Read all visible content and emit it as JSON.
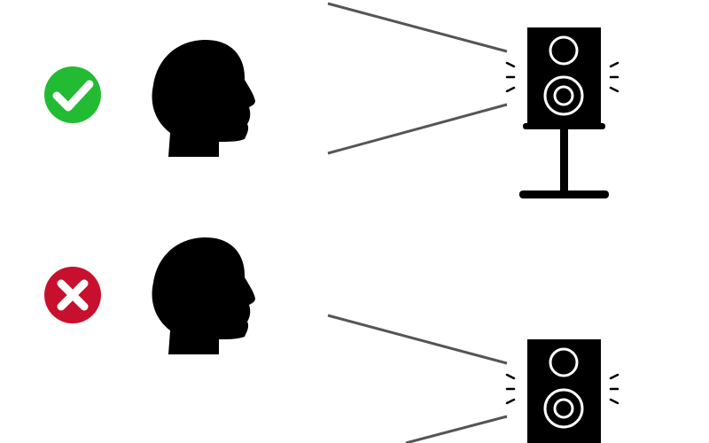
{
  "diagram": {
    "scenarios": [
      {
        "verdict": "correct",
        "verdict_icon": "check-icon",
        "verdict_color": "#22bb33",
        "speaker_mount": "stand"
      },
      {
        "verdict": "incorrect",
        "verdict_icon": "cross-icon",
        "verdict_color": "#c8102e",
        "speaker_mount": "none"
      }
    ],
    "colors": {
      "silhouette": "#000000",
      "sight_line": "#555555",
      "speaker_body": "#000000",
      "speaker_driver": "#ffffff",
      "background": "#ffffff"
    },
    "icons": [
      "head-silhouette-icon",
      "speaker-icon",
      "speaker-stand-icon",
      "sound-wave-icon"
    ]
  }
}
